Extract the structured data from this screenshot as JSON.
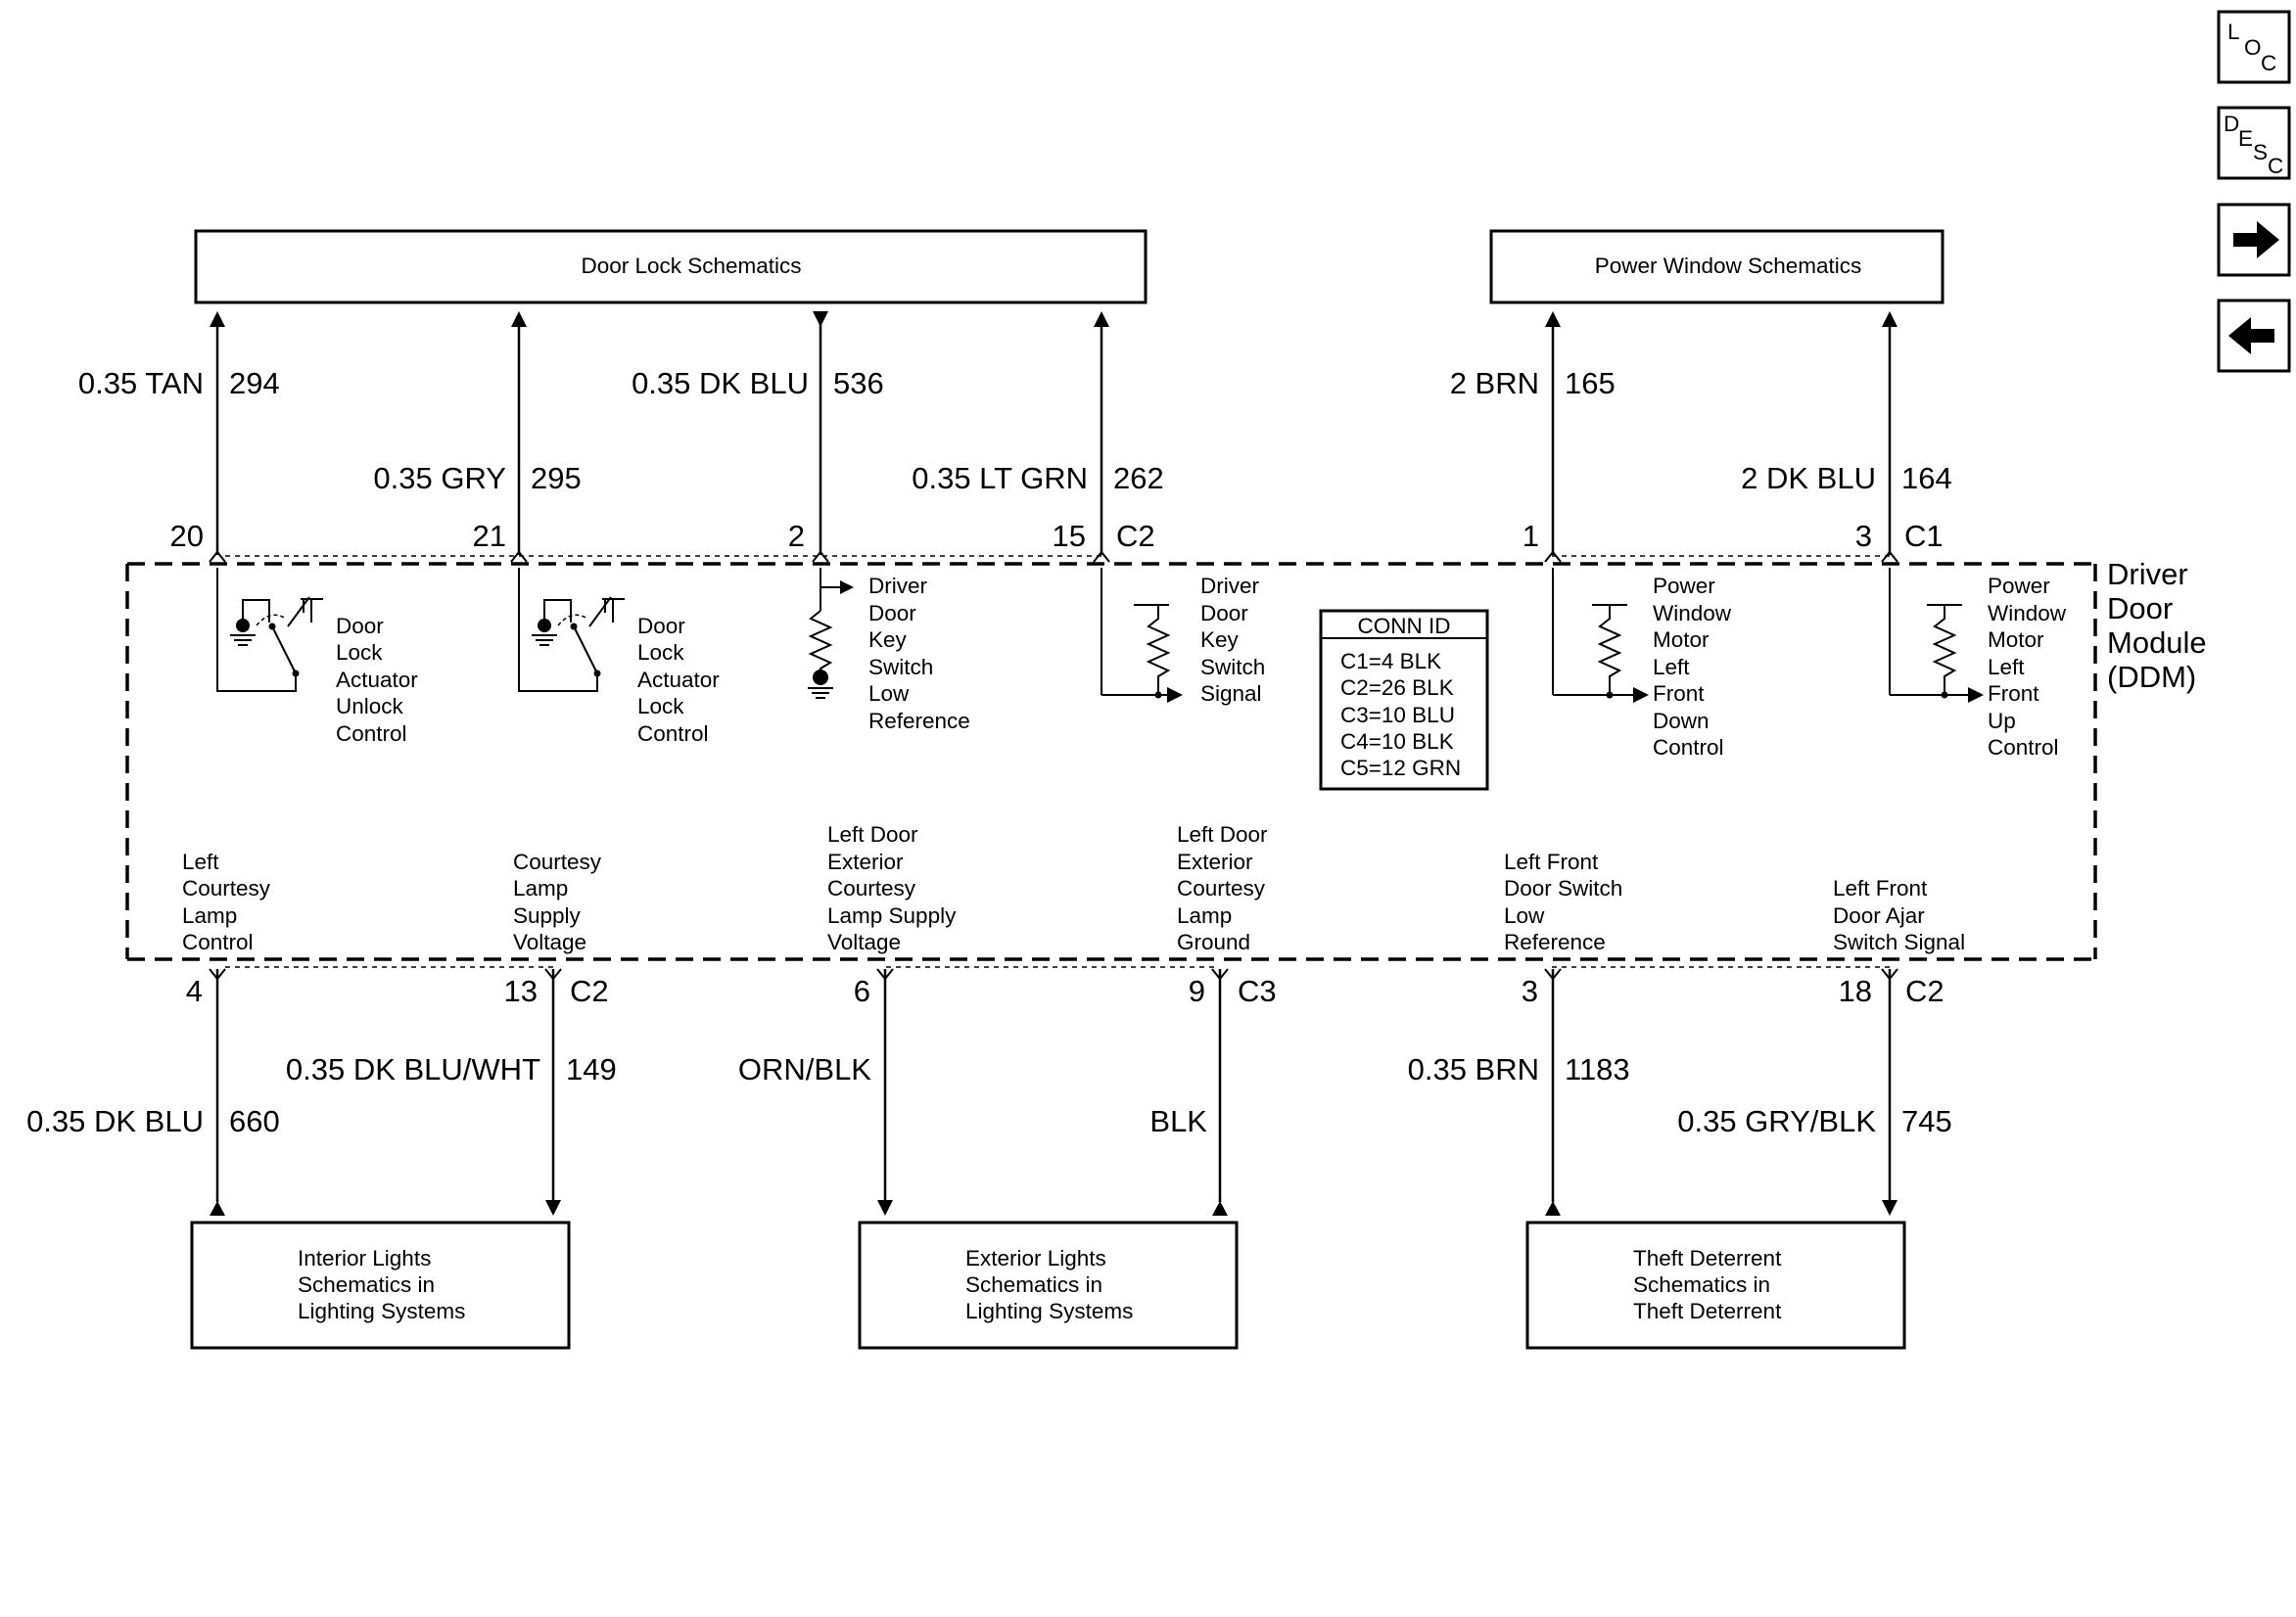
{
  "nav": {
    "loc": [
      "L",
      "O",
      "C"
    ],
    "desc": [
      "D",
      "E",
      "S",
      "C"
    ],
    "next_icon": "arrow-right",
    "prev_icon": "arrow-left"
  },
  "boxes": {
    "door_lock": "Door Lock Schematics",
    "power_window": "Power Window Schematics",
    "interior": [
      "Interior Lights",
      "Schematics in",
      "Lighting Systems"
    ],
    "exterior": [
      "Exterior Lights",
      "Schematics in",
      "Lighting Systems"
    ],
    "theft": [
      "Theft Deterrent",
      "Schematics in",
      "Theft Deterrent"
    ]
  },
  "module": {
    "name_lines": [
      "Driver",
      "Door",
      "Module",
      "(DDM)"
    ]
  },
  "conn_id": {
    "title": "CONN ID",
    "rows": [
      "C1=4 BLK",
      "C2=26 BLK",
      "C3=10 BLU",
      "C4=10 BLK",
      "C5=12 GRN"
    ]
  },
  "top_wires": [
    {
      "color": "0.35 TAN",
      "circuit": "294",
      "pin": "20",
      "connector": ""
    },
    {
      "color": "0.35 GRY",
      "circuit": "295",
      "pin": "21",
      "connector": ""
    },
    {
      "color": "0.35 DK BLU",
      "circuit": "536",
      "pin": "2",
      "connector": ""
    },
    {
      "color": "0.35 LT GRN",
      "circuit": "262",
      "pin": "15",
      "connector": "C2"
    },
    {
      "color": "2 BRN",
      "circuit": "165",
      "pin": "1",
      "connector": ""
    },
    {
      "color": "2 DK BLU",
      "circuit": "164",
      "pin": "3",
      "connector": "C1"
    }
  ],
  "bottom_wires": [
    {
      "color": "0.35 DK BLU",
      "circuit": "660",
      "pin": "4",
      "connector": ""
    },
    {
      "color": "0.35 DK BLU/WHT",
      "circuit": "149",
      "pin": "13",
      "connector": "C2"
    },
    {
      "color": "ORN/BLK",
      "circuit": "",
      "pin": "6",
      "connector": ""
    },
    {
      "color": "BLK",
      "circuit": "",
      "pin": "9",
      "connector": "C3"
    },
    {
      "color": "0.35 BRN",
      "circuit": "1183",
      "pin": "3",
      "connector": ""
    },
    {
      "color": "0.35 GRY/BLK",
      "circuit": "745",
      "pin": "18",
      "connector": "C2"
    }
  ],
  "internal_labels": {
    "unlock": [
      "Door",
      "Lock",
      "Actuator",
      "Unlock",
      "Control"
    ],
    "lock": [
      "Door",
      "Lock",
      "Actuator",
      "Lock",
      "Control"
    ],
    "key_low": [
      "Driver",
      "Door",
      "Key",
      "Switch",
      "Low",
      "Reference"
    ],
    "key_signal": [
      "Driver",
      "Door",
      "Key",
      "Switch",
      "Signal"
    ],
    "win_down": [
      "Power",
      "Window",
      "Motor",
      "Left",
      "Front",
      "Down",
      "Control"
    ],
    "win_up": [
      "Power",
      "Window",
      "Motor",
      "Left",
      "Front",
      "Up",
      "Control"
    ]
  },
  "bottom_labels": {
    "courtesy_ctrl": [
      "Left",
      "Courtesy",
      "Lamp",
      "Control"
    ],
    "courtesy_supply": [
      "Courtesy",
      "Lamp",
      "Supply",
      "Voltage"
    ],
    "ext_supply": [
      "Left Door",
      "Exterior",
      "Courtesy",
      "Lamp Supply",
      "Voltage"
    ],
    "ext_ground": [
      "Left Door",
      "Exterior",
      "Courtesy",
      "Lamp",
      "Ground"
    ],
    "door_switch_low": [
      "Left Front",
      "Door Switch",
      "Low",
      "Reference"
    ],
    "door_ajar": [
      "Left Front",
      "Door Ajar",
      "Switch Signal"
    ]
  }
}
